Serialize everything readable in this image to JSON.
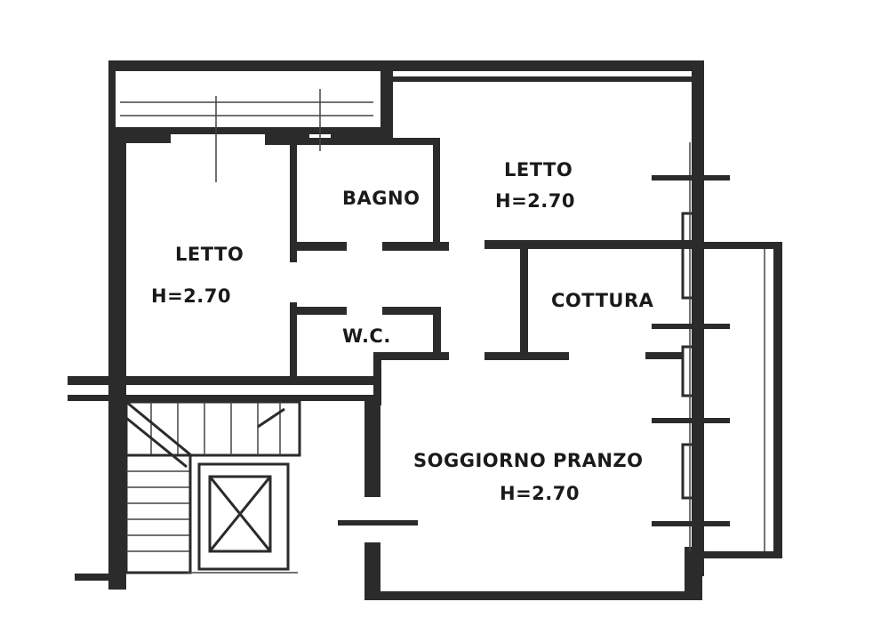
{
  "rooms": {
    "letto_left": {
      "name": "LETTO",
      "height": "H=2.70"
    },
    "bagno": {
      "name": "BAGNO"
    },
    "letto_right": {
      "name": "LETTO",
      "height": "H=2.70"
    },
    "wc": {
      "name": "W.C."
    },
    "cottura": {
      "name": "COTTURA"
    },
    "soggiorno": {
      "name": "SOGGIORNO PRANZO",
      "height": "H=2.70"
    }
  },
  "colors": {
    "wall": "#2b2b2b",
    "background": "#ffffff"
  }
}
